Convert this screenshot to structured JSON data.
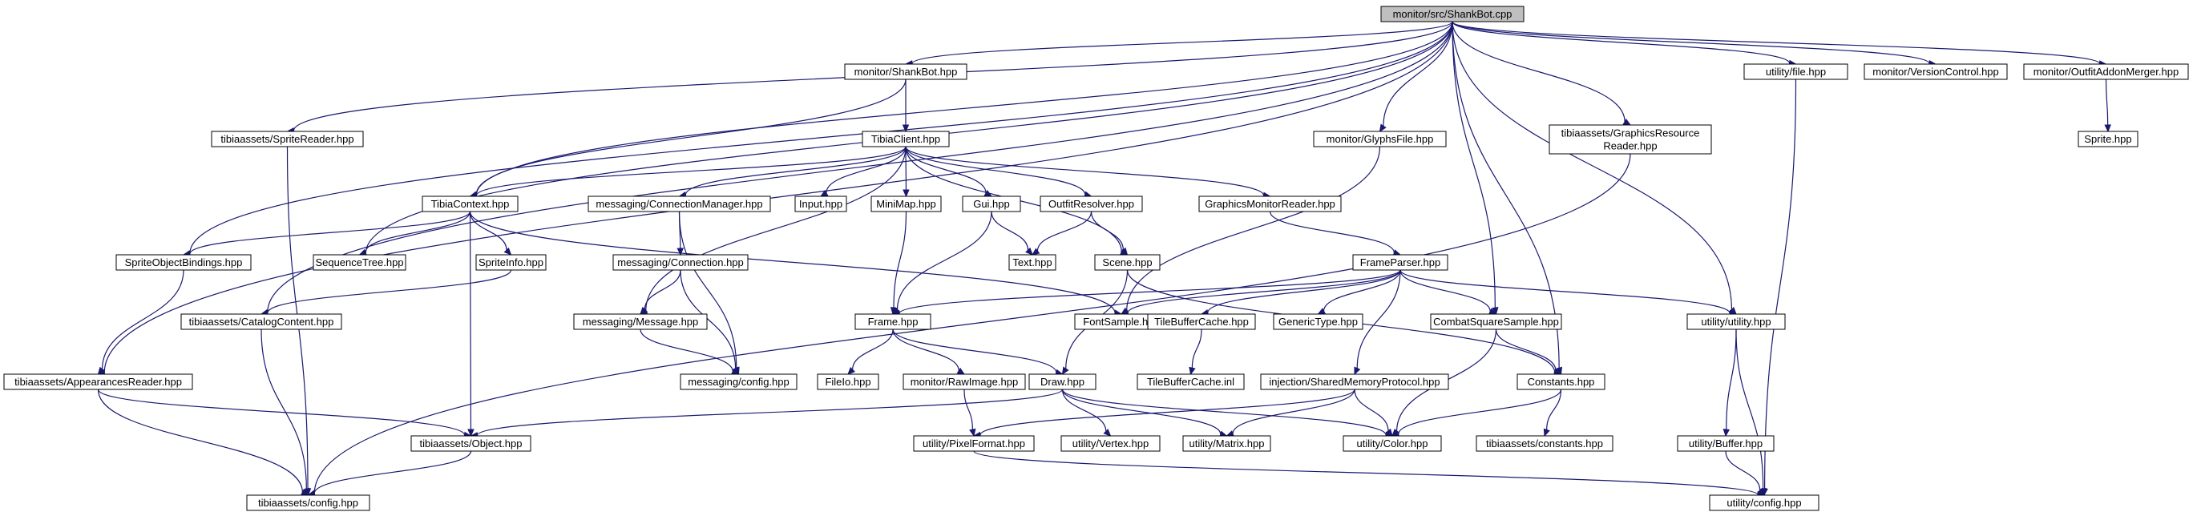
{
  "colors": {
    "edge": "#191970",
    "root_fill": "#bfbfbf",
    "node_fill": "#ffffff",
    "node_border": "#000000"
  },
  "root": "n0",
  "nodes": [
    {
      "id": "n0",
      "lines": [
        "monitor/src/ShankBot.cpp"
      ]
    },
    {
      "id": "n1",
      "lines": [
        "monitor/ShankBot.hpp"
      ]
    },
    {
      "id": "n2",
      "lines": [
        "tibiaassets/SpriteReader.hpp"
      ]
    },
    {
      "id": "n3",
      "lines": [
        "monitor/GlyphsFile.hpp"
      ]
    },
    {
      "id": "n4",
      "lines": [
        "tibiaassets/GraphicsResource",
        "Reader.hpp"
      ]
    },
    {
      "id": "n5",
      "lines": [
        "utility/file.hpp"
      ]
    },
    {
      "id": "n6",
      "lines": [
        "monitor/VersionControl.hpp"
      ]
    },
    {
      "id": "n7",
      "lines": [
        "monitor/OutfitAddonMerger.hpp"
      ]
    },
    {
      "id": "n8",
      "lines": [
        "Sprite.hpp"
      ]
    },
    {
      "id": "n9",
      "lines": [
        "TibiaClient.hpp"
      ]
    },
    {
      "id": "n10",
      "lines": [
        "TibiaContext.hpp"
      ]
    },
    {
      "id": "n11",
      "lines": [
        "messaging/ConnectionManager.hpp"
      ]
    },
    {
      "id": "n12",
      "lines": [
        "Input.hpp"
      ]
    },
    {
      "id": "n13",
      "lines": [
        "MiniMap.hpp"
      ]
    },
    {
      "id": "n14",
      "lines": [
        "Gui.hpp"
      ]
    },
    {
      "id": "n15",
      "lines": [
        "OutfitResolver.hpp"
      ]
    },
    {
      "id": "n16",
      "lines": [
        "GraphicsMonitorReader.hpp"
      ]
    },
    {
      "id": "n17",
      "lines": [
        "SpriteObjectBindings.hpp"
      ]
    },
    {
      "id": "n18",
      "lines": [
        "SequenceTree.hpp"
      ]
    },
    {
      "id": "n19",
      "lines": [
        "SpriteInfo.hpp"
      ]
    },
    {
      "id": "n20",
      "lines": [
        "messaging/Connection.hpp"
      ]
    },
    {
      "id": "n21",
      "lines": [
        "Text.hpp"
      ]
    },
    {
      "id": "n22",
      "lines": [
        "Scene.hpp"
      ]
    },
    {
      "id": "n23",
      "lines": [
        "FrameParser.hpp"
      ]
    },
    {
      "id": "n24",
      "lines": [
        "tibiaassets/CatalogContent.hpp"
      ]
    },
    {
      "id": "n25",
      "lines": [
        "messaging/Message.hpp"
      ]
    },
    {
      "id": "n26",
      "lines": [
        "Frame.hpp"
      ]
    },
    {
      "id": "n27",
      "lines": [
        "FontSample.hpp"
      ]
    },
    {
      "id": "n28",
      "lines": [
        "TileBufferCache.hpp"
      ]
    },
    {
      "id": "n29",
      "lines": [
        "GenericType.hpp"
      ]
    },
    {
      "id": "n30",
      "lines": [
        "CombatSquareSample.hpp"
      ]
    },
    {
      "id": "n31",
      "lines": [
        "utility/utility.hpp"
      ]
    },
    {
      "id": "n32",
      "lines": [
        "tibiaassets/AppearancesReader.hpp"
      ]
    },
    {
      "id": "n33",
      "lines": [
        "messaging/config.hpp"
      ]
    },
    {
      "id": "n34",
      "lines": [
        "FileIo.hpp"
      ]
    },
    {
      "id": "n35",
      "lines": [
        "monitor/RawImage.hpp"
      ]
    },
    {
      "id": "n36",
      "lines": [
        "Draw.hpp"
      ]
    },
    {
      "id": "n37",
      "lines": [
        "TileBufferCache.inl"
      ]
    },
    {
      "id": "n38",
      "lines": [
        "injection/SharedMemoryProtocol.hpp"
      ]
    },
    {
      "id": "n39",
      "lines": [
        "Constants.hpp"
      ]
    },
    {
      "id": "n40",
      "lines": [
        "tibiaassets/Object.hpp"
      ]
    },
    {
      "id": "n41",
      "lines": [
        "utility/PixelFormat.hpp"
      ]
    },
    {
      "id": "n42",
      "lines": [
        "utility/Vertex.hpp"
      ]
    },
    {
      "id": "n43",
      "lines": [
        "utility/Matrix.hpp"
      ]
    },
    {
      "id": "n44",
      "lines": [
        "utility/Color.hpp"
      ]
    },
    {
      "id": "n45",
      "lines": [
        "tibiaassets/constants.hpp"
      ]
    },
    {
      "id": "n46",
      "lines": [
        "utility/Buffer.hpp"
      ]
    },
    {
      "id": "n47",
      "lines": [
        "tibiaassets/config.hpp"
      ]
    },
    {
      "id": "n48",
      "lines": [
        "utility/config.hpp"
      ]
    }
  ],
  "edges": [
    [
      "n0",
      "n1"
    ],
    [
      "n0",
      "n2"
    ],
    [
      "n0",
      "n3"
    ],
    [
      "n0",
      "n4"
    ],
    [
      "n0",
      "n5"
    ],
    [
      "n0",
      "n6"
    ],
    [
      "n0",
      "n7"
    ],
    [
      "n0",
      "n10"
    ],
    [
      "n0",
      "n17"
    ],
    [
      "n0",
      "n18"
    ],
    [
      "n0",
      "n24"
    ],
    [
      "n0",
      "n32"
    ],
    [
      "n0",
      "n30"
    ],
    [
      "n0",
      "n31"
    ],
    [
      "n0",
      "n39"
    ],
    [
      "n1",
      "n9"
    ],
    [
      "n1",
      "n10"
    ],
    [
      "n2",
      "n47"
    ],
    [
      "n3",
      "n27"
    ],
    [
      "n4",
      "n47"
    ],
    [
      "n5",
      "n48"
    ],
    [
      "n7",
      "n8"
    ],
    [
      "n9",
      "n10"
    ],
    [
      "n9",
      "n11"
    ],
    [
      "n9",
      "n12"
    ],
    [
      "n9",
      "n13"
    ],
    [
      "n9",
      "n14"
    ],
    [
      "n9",
      "n15"
    ],
    [
      "n9",
      "n16"
    ],
    [
      "n9",
      "n22"
    ],
    [
      "n9",
      "n25"
    ],
    [
      "n10",
      "n17"
    ],
    [
      "n10",
      "n18"
    ],
    [
      "n10",
      "n19"
    ],
    [
      "n10",
      "n27"
    ],
    [
      "n10",
      "n40"
    ],
    [
      "n11",
      "n20"
    ],
    [
      "n11",
      "n33"
    ],
    [
      "n13",
      "n26"
    ],
    [
      "n14",
      "n21"
    ],
    [
      "n14",
      "n26"
    ],
    [
      "n15",
      "n21"
    ],
    [
      "n15",
      "n22"
    ],
    [
      "n16",
      "n23"
    ],
    [
      "n17",
      "n32"
    ],
    [
      "n19",
      "n24"
    ],
    [
      "n20",
      "n25"
    ],
    [
      "n20",
      "n33"
    ],
    [
      "n25",
      "n33"
    ],
    [
      "n22",
      "n36"
    ],
    [
      "n22",
      "n39"
    ],
    [
      "n23",
      "n26"
    ],
    [
      "n23",
      "n27"
    ],
    [
      "n23",
      "n28"
    ],
    [
      "n23",
      "n29"
    ],
    [
      "n23",
      "n30"
    ],
    [
      "n23",
      "n31"
    ],
    [
      "n23",
      "n38"
    ],
    [
      "n24",
      "n47"
    ],
    [
      "n26",
      "n34"
    ],
    [
      "n26",
      "n35"
    ],
    [
      "n26",
      "n36"
    ],
    [
      "n28",
      "n37"
    ],
    [
      "n30",
      "n39"
    ],
    [
      "n30",
      "n44"
    ],
    [
      "n31",
      "n46"
    ],
    [
      "n31",
      "n48"
    ],
    [
      "n32",
      "n40"
    ],
    [
      "n32",
      "n47"
    ],
    [
      "n35",
      "n41"
    ],
    [
      "n36",
      "n40"
    ],
    [
      "n36",
      "n42"
    ],
    [
      "n36",
      "n43"
    ],
    [
      "n36",
      "n44"
    ],
    [
      "n38",
      "n41"
    ],
    [
      "n38",
      "n43"
    ],
    [
      "n38",
      "n44"
    ],
    [
      "n39",
      "n44"
    ],
    [
      "n39",
      "n45"
    ],
    [
      "n40",
      "n47"
    ],
    [
      "n41",
      "n48"
    ],
    [
      "n46",
      "n48"
    ]
  ]
}
